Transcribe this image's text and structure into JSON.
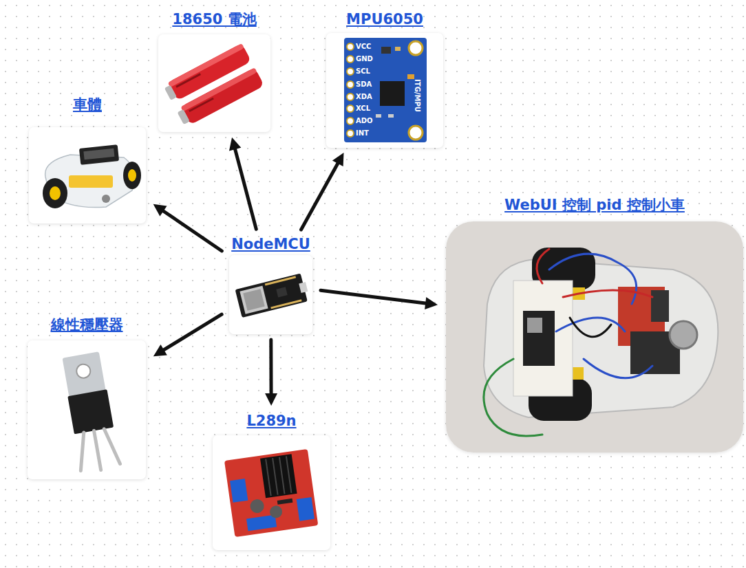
{
  "diagram": {
    "nodes": [
      {
        "text": [
          "18650 電池"
        ]
      },
      {
        "text": [
          "MPU6050"
        ]
      },
      {
        "text": [
          "車體"
        ]
      },
      {
        "text": [
          "WebUI 控制 pid 控制小車"
        ]
      },
      {
        "text": [
          "NodeMCU"
        ]
      },
      {
        "text": [
          "線性穩壓器"
        ]
      },
      {
        "text": [
          "L289n"
        ]
      }
    ],
    "edges": [
      {
        "from": 4,
        "to": 2,
        "arrow": "to"
      },
      {
        "from": 4,
        "to": 0,
        "arrow": "to"
      },
      {
        "from": 4,
        "to": 1,
        "arrow": "to"
      },
      {
        "from": 4,
        "to": 3,
        "arrow": "to"
      },
      {
        "from": 4,
        "to": 5,
        "arrow": "to"
      },
      {
        "from": 4,
        "to": 6,
        "arrow": "to"
      }
    ],
    "labels": [
      "VCC",
      "GND",
      "SCL",
      "SDA",
      "XDA",
      "XCL",
      "ADO",
      "INT",
      "ITG/MPU"
    ]
  }
}
